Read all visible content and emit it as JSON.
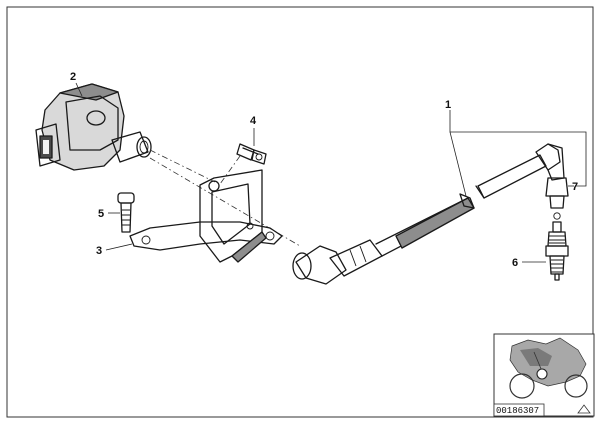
{
  "callouts": {
    "c1": "1",
    "c2": "2",
    "c3": "3",
    "c4": "4",
    "c5": "5",
    "c6": "6",
    "c7": "7"
  },
  "thumbnail": {
    "doc_id": "00186307"
  },
  "colors": {
    "line": "#1a1a1a",
    "shade": "#8d8d8d",
    "background": "#ffffff"
  }
}
